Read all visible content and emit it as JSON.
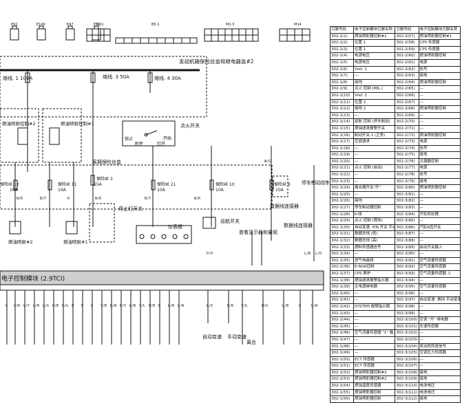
{
  "connectors_top": [
    "E92",
    "E140",
    "E47",
    "E51",
    "M11",
    "B5-1",
    "M2-3",
    "M14"
  ],
  "labels": {
    "engine_fuse_box": "发动机箱保险丝盒和继电器盒#2",
    "fuse_1": "熔线. 1 100A",
    "fuse_3": "熔线. 3 50A",
    "fuse_4": "熔线. 4 30A",
    "ignition_switch": "点火开关",
    "lock": "锁止",
    "acc": "附件",
    "on": "打开",
    "start": "开始",
    "cabin_fuse_box": "客厢保险丝盒",
    "fuse12": "保险丝 12",
    "fuse12_amp": "10A",
    "fuse11": "保险丝 11",
    "fuse11_amp": "10A",
    "fuse3": "保险丝 3",
    "fuse3_amp": "15A",
    "fuse21": "保险丝 21",
    "fuse21_amp": "10A",
    "fuse10": "保险丝 10",
    "fuse10_amp": "10A",
    "fuse9": "保险丝 9",
    "fuse9_amp": "10A",
    "injector_relay_2": "燃油喷射控制#2",
    "injector_relay_1": "燃油喷射控制#1",
    "injector_2": "燃油喷射#2",
    "injector_1": "燃油喷射#1",
    "stop_light_switch": "停止灯开关",
    "instrument_panel": "仪表板",
    "cruise_switch": "巡航开关",
    "check_display": "查看显示器和量规",
    "data_link_connector": "数据线连接器",
    "data_link_connector_2": "数据线连接器",
    "parking_brake_module": "停车制动控制模块",
    "ecm": "电子控制模块 (2.9TCI)",
    "auto_trans": "自动变速",
    "manual_trans": "手动变速",
    "clutch": "离合"
  },
  "wire_codes": [
    "W/R",
    "B/Y",
    "R",
    "W/R",
    "B/Y",
    "W/R",
    "B/Y",
    "Y/L",
    "P/O",
    "W/G",
    "L/B",
    "L/O",
    "G/Y",
    "G/R",
    "L/B",
    "B/R",
    "Y/G",
    "P/O",
    "W/B",
    "R/B"
  ],
  "bottom_pins": [
    "G",
    "G/R",
    "G/Y",
    "L/B",
    "L/G",
    "P/B",
    "R/G",
    "W",
    "P",
    "G",
    "Y/B",
    "B/W",
    "P/Y",
    "R/B",
    "Y/L",
    "W/B",
    "B",
    "L/B",
    "L/W",
    "L/O",
    "B/R",
    "Y/G",
    "W/G",
    "L/B",
    "O",
    "L/W"
  ],
  "pin_table": {
    "headers": [
      "引脚号码",
      "电子控制模块引脚名称",
      "引脚号码",
      "电子控制模块引脚名称"
    ],
    "rows": [
      [
        "302-1(1)",
        "燃油喷射器控制#1",
        "302-2(57)",
        "燃油喷射器控制#1"
      ],
      [
        "302-1(2)",
        "位置 1",
        "302-2(58)",
        "CPS 传感器"
      ],
      [
        "302-1(3)",
        "位置 1",
        "302-2(59)",
        "CPS 传感器"
      ],
      [
        "302-1(4)",
        "电源电压",
        "302-2(60)",
        "燃油喷射器控制"
      ],
      [
        "302-1(5)",
        "电源电压",
        "302-2(61)",
        "电源"
      ],
      [
        "302-1(6)",
        "Vref. 1",
        "302-2(62)",
        "信号"
      ],
      [
        "302-1(7)",
        "—",
        "302-2(63)",
        "接地"
      ],
      [
        "302-1(8)",
        "接地",
        "302-2(64)",
        "燃油喷射器控制"
      ],
      [
        "302-1(9)",
        "点火 控制 (MIL.)",
        "302-2(65)",
        "—"
      ],
      [
        "302-1(10)",
        "Vref. 2",
        "302-2(66)",
        "—"
      ],
      [
        "302-1(11)",
        "位置 2",
        "302-2(67)",
        "—"
      ],
      [
        "302-1(12)",
        "接地 2",
        "302-2(68)",
        "燃油喷射器控制"
      ],
      [
        "302-1(13)",
        "—",
        "302-2(69)",
        "—"
      ],
      [
        "302-1(14)",
        "巡航 控制 (停车制动)",
        "302-2(70)",
        "—"
      ],
      [
        "302-1(15)",
        "燃油滤清报警开关",
        "302-2(71)",
        "—"
      ],
      [
        "302-1(16)",
        "制动开关 1 (正常)",
        "302-2(72)",
        "燃油喷射器控制"
      ],
      [
        "302-1(17)",
        "空调请求",
        "302-2(73)",
        "电源"
      ],
      [
        "302-1(18)",
        "—",
        "302-2(74)",
        "信号"
      ],
      [
        "302-1(19)",
        "—",
        "302-2(75)",
        "接地"
      ],
      [
        "302-1(20)",
        "—",
        "302-2(76)",
        "冷凝器控制"
      ],
      [
        "302-1(21)",
        "点火 控制 (启动)",
        "302-2(77)",
        "电源"
      ],
      [
        "302-1(22)",
        "—",
        "302-2(78)",
        "信号"
      ],
      [
        "302-1(23)",
        "—",
        "302-2(79)",
        "接地"
      ],
      [
        "302-1(24)",
        "离合器开关\"开\"",
        "302-3(80)",
        "燃油喷射器控制"
      ],
      [
        "302-1(25)",
        "—",
        "302-3(81)",
        "—"
      ],
      [
        "302-1(26)",
        "接地",
        "302-3(82)",
        "—"
      ],
      [
        "302-1(27)",
        "停车制动器控制",
        "302-3(83)",
        "—"
      ],
      [
        "302-1(28)",
        "K-线",
        "302-3(84)",
        "齐轮机轮槽"
      ],
      [
        "302-1(29)",
        "点火 控制 (预热)",
        "302-3(85)",
        "—"
      ],
      [
        "302-1(30)",
        "自动变速: P/N 开关 手动变速: 接地",
        "302-3(86)",
        "汽缸8齿开关"
      ],
      [
        "302-1(31)",
        "数据总线 (低)",
        "302-3(87)",
        "—"
      ],
      [
        "302-1(32)",
        "数据总线 (高)",
        "302-3(88)",
        "—"
      ],
      [
        "302-1(33)",
        "燃料传感器信号",
        "302-3(89)",
        "启动开关输入"
      ],
      [
        "302-1(34)",
        "—",
        "302-3(90)",
        "—"
      ],
      [
        "302-1(35)",
        "进气电磁阀",
        "302-3(91)",
        "空气流量传感器"
      ],
      [
        "302-1(36)",
        "E-NGR控制",
        "302-3(92)",
        "空气流量传感器"
      ],
      [
        "302-1(37)",
        "CPS 屏护",
        "302-3(93)",
        "空气流量传感器 入"
      ],
      [
        "302-1(38)",
        "燃油滤清报警指示器",
        "302-3(94)",
        "—"
      ],
      [
        "302-1(39)",
        "主电源继电器",
        "302-3(95)",
        "空气流量传感器"
      ],
      [
        "302-1(40)",
        "—",
        "302-3(96)",
        "—"
      ],
      [
        "302-1(41)",
        "—",
        "302-3(97)",
        "自动变速: 换挡 手动变速: 开"
      ],
      [
        "302-1(42)",
        "SYSTEM 故障指示器",
        "302-3(98)",
        "—"
      ],
      [
        "302-1(43)",
        "—",
        "302-3(99)",
        "—"
      ],
      [
        "302-1(44)",
        "—",
        "302-3(100)",
        "空调 \"开\" 继电器"
      ],
      [
        "302-1(45)",
        "—",
        "302-3(101)",
        "车速传感器"
      ],
      [
        "302-1(46)",
        "空气流量传感器 \"1\" 输入",
        "302-3(102)",
        "—"
      ],
      [
        "302-1(47)",
        "—",
        "302-3(103)",
        "—"
      ],
      [
        "302-1(48)",
        "—",
        "302-3(104)",
        "发动机转速信号"
      ],
      [
        "302-1(49)",
        "—",
        "302-3(105)",
        "空调压力传感器"
      ],
      [
        "302-1(50)",
        "ECT 传感器",
        "302-3(106)",
        "—"
      ],
      [
        "302-1(51)",
        "ECT 传感器",
        "302-3(107)",
        "—"
      ],
      [
        "302-1(52)",
        "燃油喷射器控制#2",
        "302-3(108)",
        "接地"
      ],
      [
        "302-1(53)",
        "燃油喷射器控制#2",
        "302-3(109)",
        "接地"
      ],
      [
        "302-1(54)",
        "燃油温度传感器",
        "302-3(110)",
        "电池电压"
      ],
      [
        "302-1(55)",
        "燃油喷射器控制",
        "302-3(111)",
        "电池电压"
      ],
      [
        "302-1(56)",
        "燃油喷射器控制",
        "302-3(112)",
        "接地"
      ]
    ]
  }
}
